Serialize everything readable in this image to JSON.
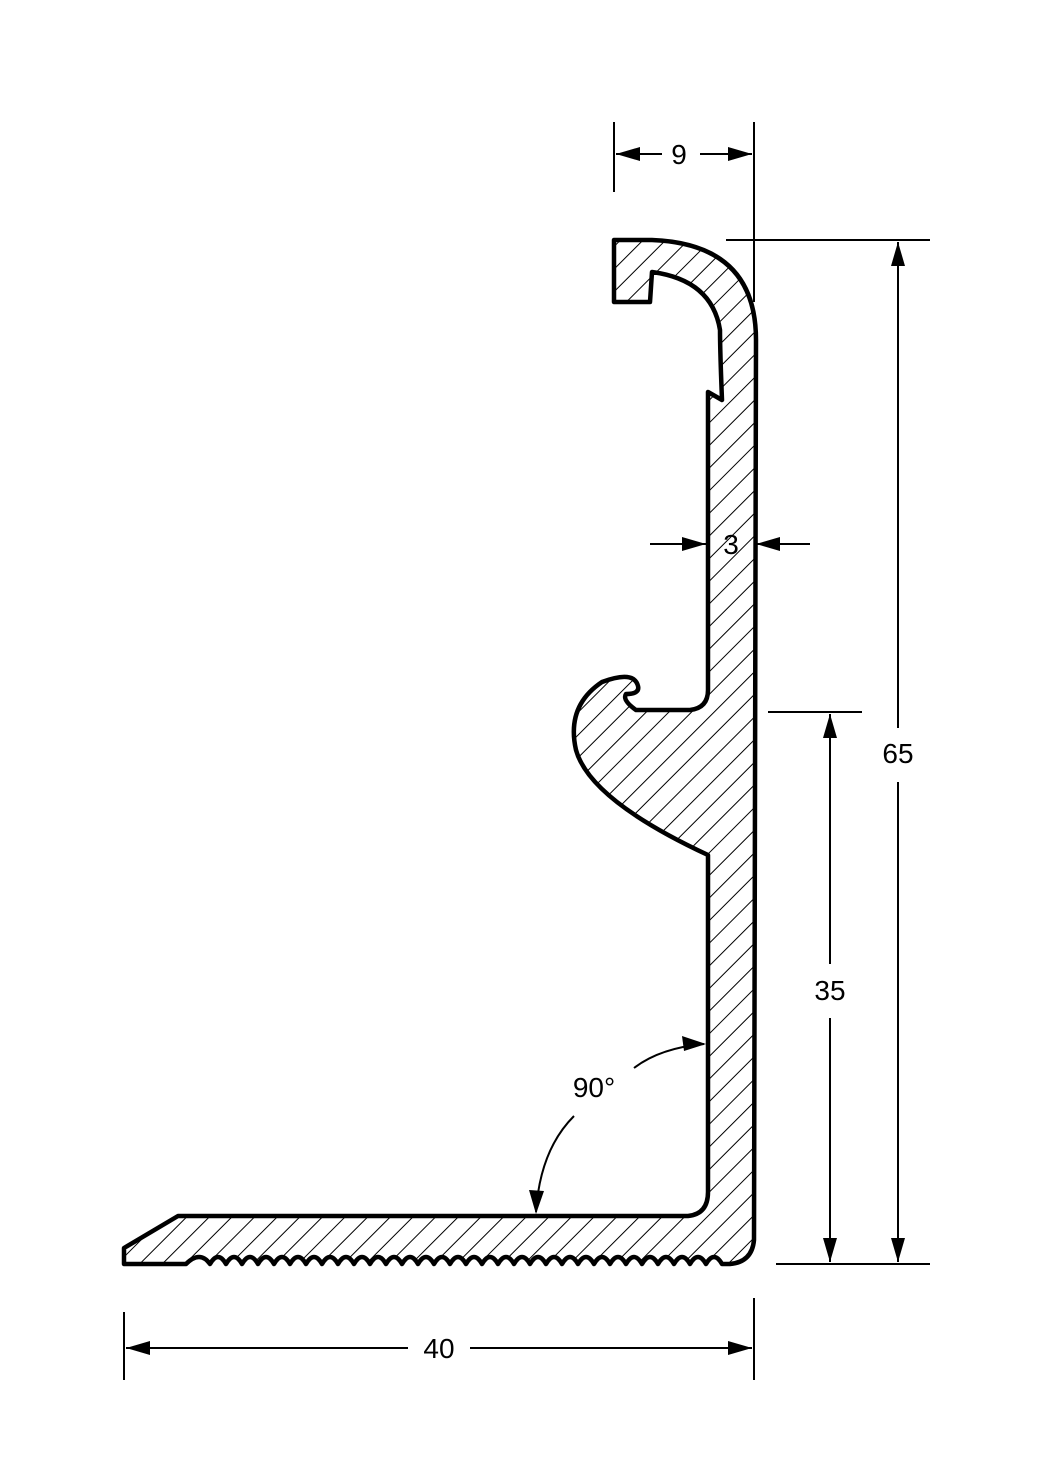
{
  "drawing": {
    "colors": {
      "line": "#000000",
      "background": "#ffffff"
    },
    "dimensions": {
      "top_lip_width": "9",
      "wall_thickness": "3",
      "total_height": "65",
      "lower_height": "35",
      "base_width": "40",
      "corner_angle": "90°"
    }
  }
}
